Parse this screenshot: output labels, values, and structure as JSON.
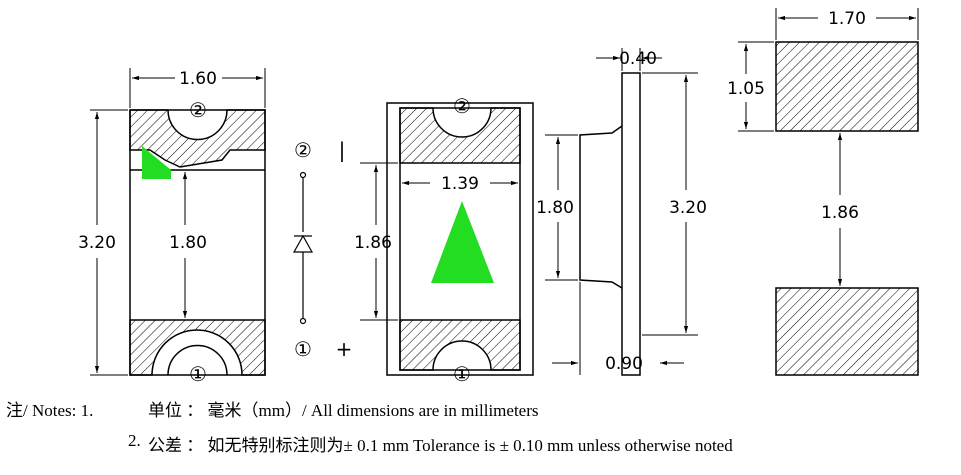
{
  "dimensions": {
    "top_width": "1.60",
    "height": "3.20",
    "inner_length": "1.80",
    "pad_spacing": "1.86",
    "lens_width": "1.39",
    "side_thickness": "0.40",
    "side_lens": "1.80",
    "side_height": "3.20",
    "side_base": "0.90",
    "pad_width": "1.70",
    "pad_height": "1.05",
    "pad_gap": "1.86"
  },
  "pins": {
    "pin1": "①",
    "pin2": "②",
    "anode_mark": "+",
    "cathode_mark": "|"
  },
  "colors": {
    "outline": "#000000",
    "marker_green": "#22dd22"
  },
  "notes": {
    "prefix": "注/ Notes: 1.",
    "note1": "单位 ： 毫米（mm）/ All dimensions are in millimeters",
    "note2_num": "2.",
    "note2": "公差 ： 如无特别标注则为± 0.1 mm Tolerance is ± 0.10 mm unless otherwise noted"
  }
}
